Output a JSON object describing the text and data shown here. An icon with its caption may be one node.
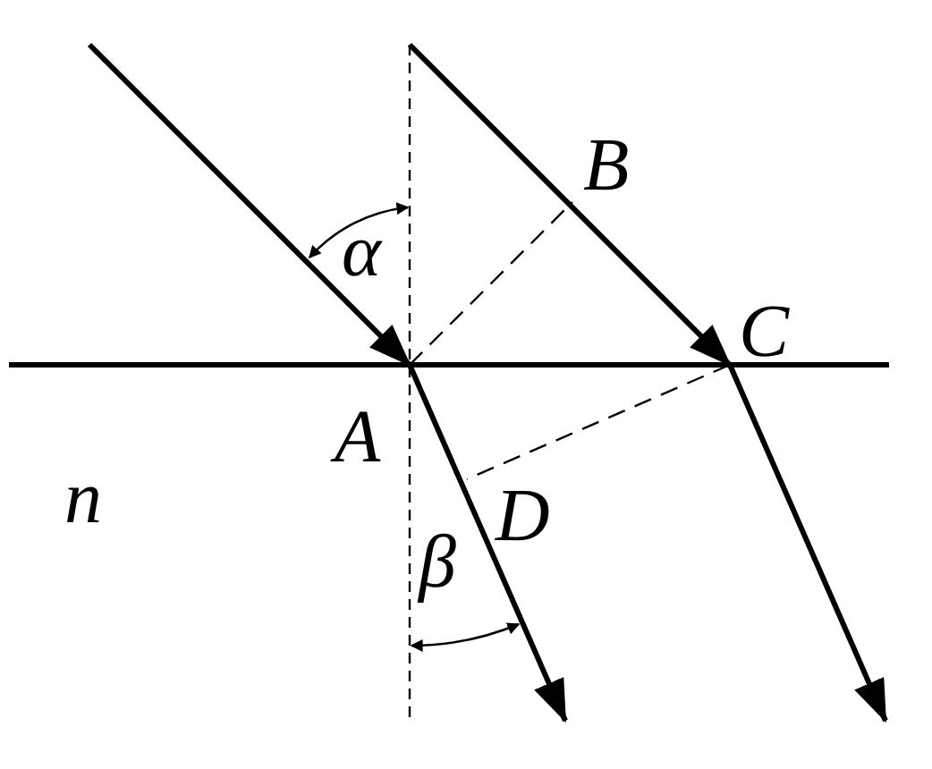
{
  "diagram": {
    "nodes": [
      {
        "text": [
          "B"
        ]
      },
      {
        "text": [
          "C"
        ]
      },
      {
        "text": [
          "A"
        ]
      },
      {
        "text": [
          "D"
        ]
      }
    ],
    "edges": [
      {
        "from": null,
        "to": 2,
        "arrow": "to"
      },
      {
        "from": null,
        "to": 1,
        "arrow": "to"
      },
      {
        "from": 2,
        "to": 0,
        "arrow": "none",
        "style": "dashed"
      },
      {
        "from": 1,
        "to": 3,
        "arrow": "none",
        "style": "dashed"
      },
      {
        "from": 2,
        "to": null,
        "arrow": "to"
      },
      {
        "from": 1,
        "to": null,
        "arrow": "to"
      }
    ],
    "labels": [
      "α",
      "n",
      "β"
    ]
  }
}
